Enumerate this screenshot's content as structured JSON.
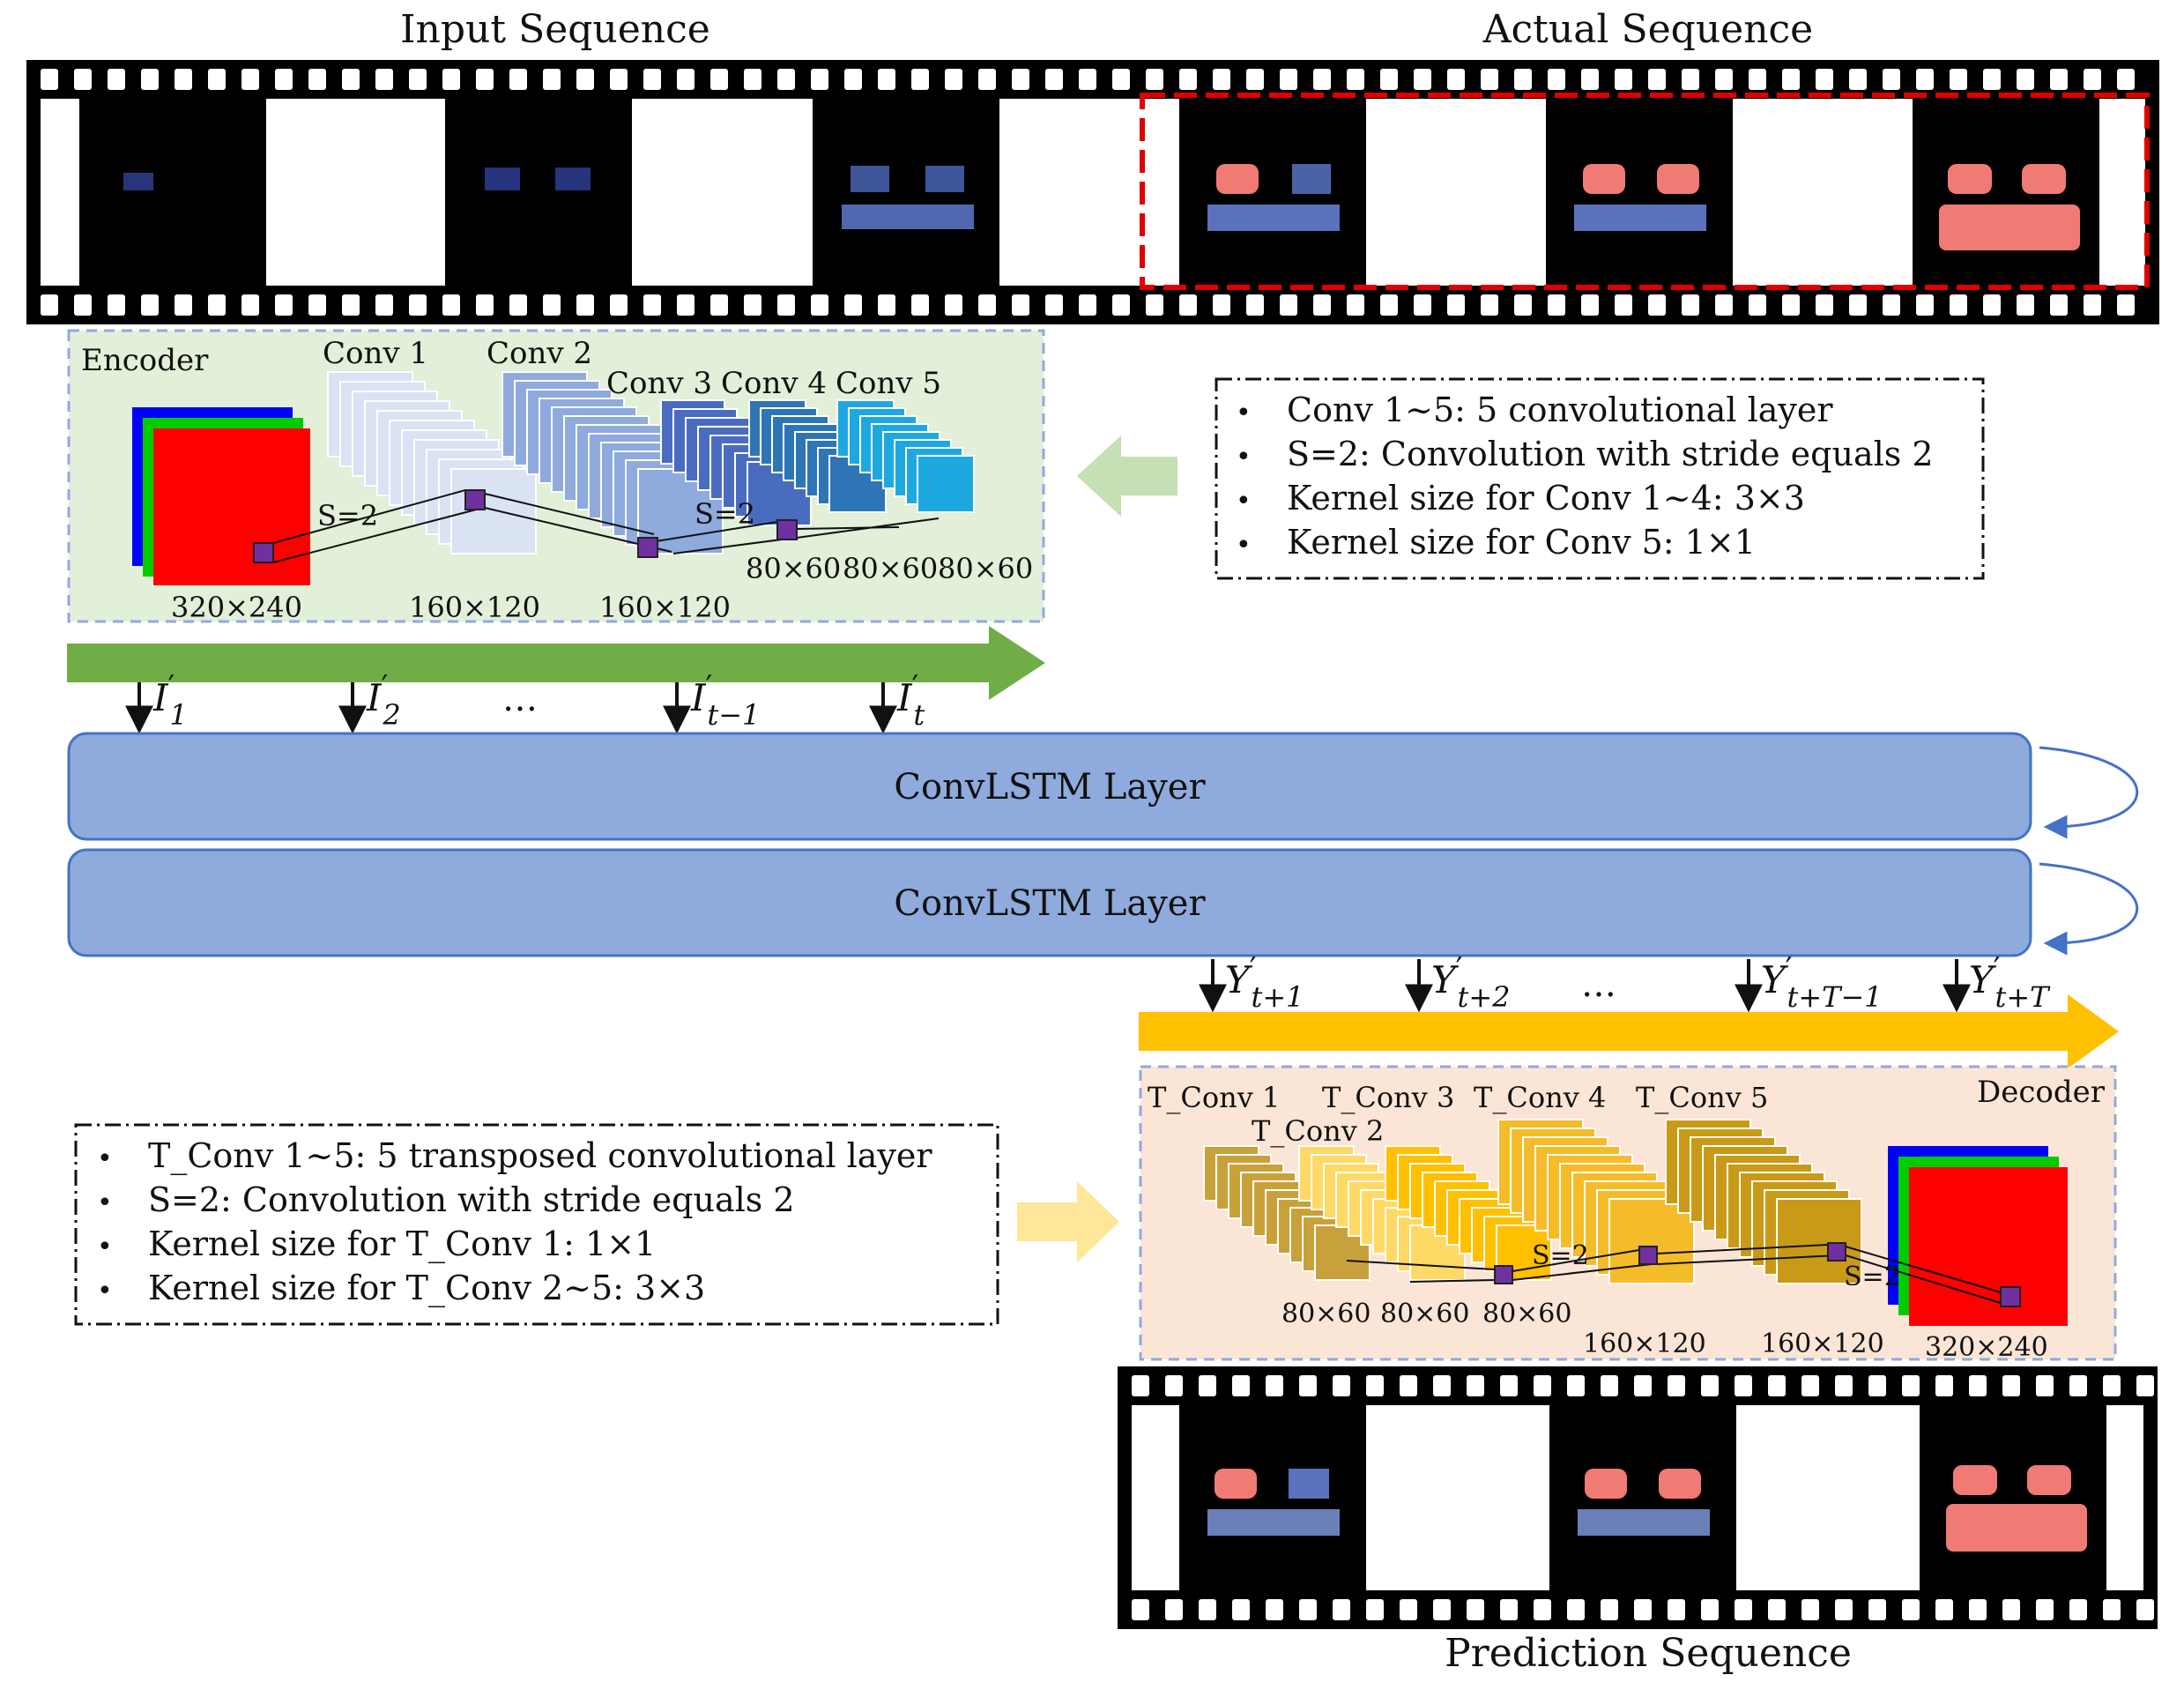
{
  "titles": {
    "input_sequence": "Input Sequence",
    "actual_sequence": "Actual Sequence",
    "prediction_sequence": "Prediction Sequence"
  },
  "encoder": {
    "label": "Encoder",
    "layers": [
      "Conv 1",
      "Conv 2",
      "Conv 3",
      "Conv 4",
      "Conv 5"
    ],
    "stride_label": "S=2",
    "sizes": {
      "input": "320×240",
      "conv1": "160×120",
      "conv2": "160×120",
      "conv3": "80×60",
      "conv4": "80×60",
      "conv5": "80×60"
    },
    "colors": {
      "panel": "#e2efd9",
      "arrow": "#70ad47",
      "input_red": "#ff0000"
    }
  },
  "encoder_notes": [
    "Conv 1~5: 5 convolutional layer",
    "S=2: Convolution with stride equals 2",
    "Kernel size for Conv 1~4: 3×3",
    "Kernel size for Conv 5: 1×1"
  ],
  "encoder_inputs": [
    {
      "base": "I",
      "sup": "′",
      "sub": "1"
    },
    {
      "base": "I",
      "sup": "′",
      "sub": "2"
    },
    {
      "base": "…",
      "sup": "",
      "sub": ""
    },
    {
      "base": "I",
      "sup": "′",
      "sub": "t−1"
    },
    {
      "base": "I",
      "sup": "′",
      "sub": "t"
    }
  ],
  "convlstm_layers": [
    "ConvLSTM Layer",
    "ConvLSTM Layer"
  ],
  "decoder_inputs": [
    {
      "base": "Y",
      "sup": "′",
      "sub": "t+1"
    },
    {
      "base": "Y",
      "sup": "′",
      "sub": "t+2"
    },
    {
      "base": "…",
      "sup": "",
      "sub": ""
    },
    {
      "base": "Y",
      "sup": "′",
      "sub": "t+T−1"
    },
    {
      "base": "Y",
      "sup": "′",
      "sub": "t+T"
    }
  ],
  "decoder": {
    "label": "Decoder",
    "layers": [
      "T_Conv 1",
      "T_Conv 2",
      "T_Conv 3",
      "T_Conv 4",
      "T_Conv 5"
    ],
    "stride_label": "S=2",
    "sizes": {
      "tconv1": "80×60",
      "tconv2": "80×60",
      "tconv3": "80×60",
      "tconv4": "160×120",
      "tconv5": "160×120",
      "output": "320×240"
    },
    "colors": {
      "panel": "#fbe5d6",
      "arrow": "#ffc000"
    }
  },
  "decoder_notes": [
    "T_Conv 1~5: 5 transposed convolutional layer",
    "S=2: Convolution with stride equals 2",
    "Kernel size for T_Conv 1: 1×1",
    "Kernel size for T_Conv 2~5: 3×3"
  ],
  "colors": {
    "convlstm_fill": "#8faadc",
    "convlstm_stroke": "#4472c4",
    "highlight_dash": "#e00000",
    "kernel_square": "#7030a0"
  }
}
